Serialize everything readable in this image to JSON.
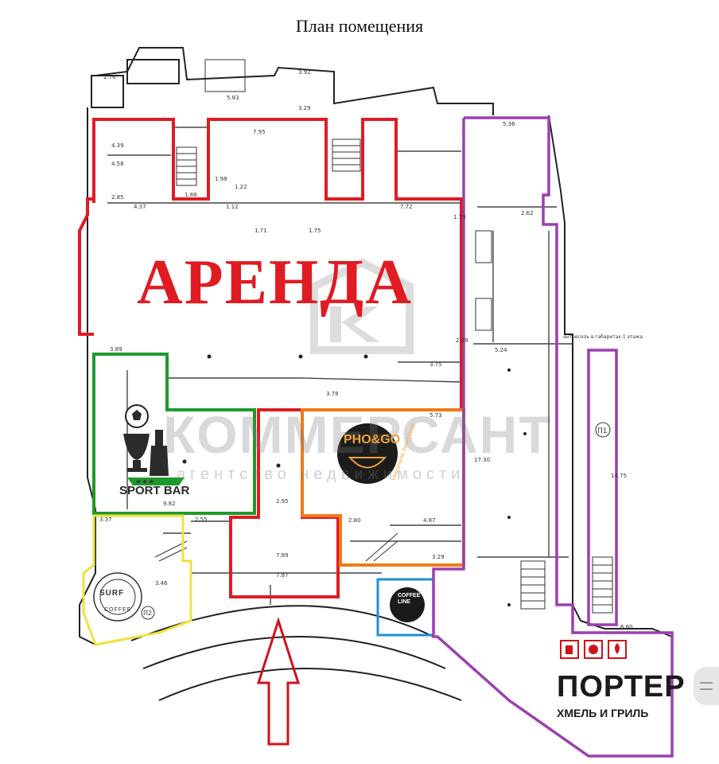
{
  "title": "План помещения",
  "rent_label": "АРЕНДА",
  "agency": {
    "name": "КОММЕРСАНТ",
    "subtitle": "агентство недвижимости"
  },
  "tenants": {
    "sport_bar": {
      "name": "SPORT BAR",
      "stars": "★★★"
    },
    "pho_go": {
      "name": "PHO&GO",
      "subtitle": "Vietnamese Street Food"
    },
    "surf_coffee": {
      "name": "SURF",
      "subtitle": "COFFEE",
      "room": "П2"
    },
    "coffee_line": {
      "name": "COFFEE LINE"
    },
    "porter": {
      "name": "ПОРТЕР",
      "subtitle": "ХМЕЛЬ И ГРИЛЬ"
    }
  },
  "room_labels": {
    "p1": "П1"
  },
  "note": "антресоль в габаритах 1 этажа",
  "colors": {
    "rent": "#e01b22",
    "sport_bar": "#1e9a2c",
    "pho_go": "#f07a17",
    "surf_coffee": "#f1e23c",
    "coffee_line": "#1e8fd6",
    "porter": "#9b3fb0",
    "walls": "#222222"
  },
  "dimensions": [
    "2.76",
    "3.92",
    "5.83",
    "3.29",
    "7.95",
    "4.37",
    "2.85",
    "4.58",
    "4.39",
    "1.98",
    "1.88",
    "1.22",
    "1.12",
    "1.71",
    "1.75",
    "7.72",
    "5.36",
    "2.62",
    "1.79",
    "3.89",
    "3.75",
    "3.78",
    "5.73",
    "2.95",
    "3.37",
    "2.55",
    "7.89",
    "7.87",
    "4.87",
    "3.29",
    "2.80",
    "3.46",
    "6.60",
    "5.24",
    "2.29",
    "17.30",
    "14.75",
    "9.82"
  ]
}
